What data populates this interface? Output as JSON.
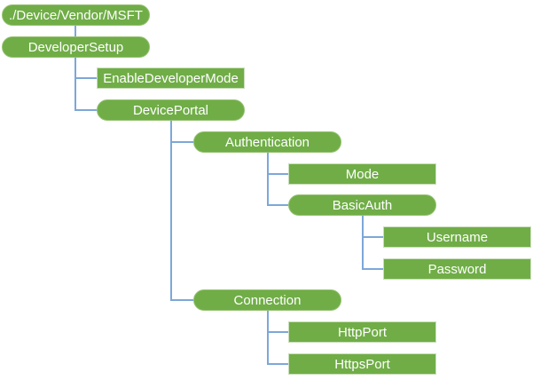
{
  "diagram": {
    "background_color": "#FFFFFF",
    "node_fill_color": "#70AD47",
    "node_text_color": "#FFFFFF",
    "connector_color": "#7DA7D8"
  },
  "nodes": [
    {
      "label": "./Device/Vendor/MSFT",
      "shape": "rounded",
      "parent": null
    },
    {
      "label": "DeveloperSetup",
      "shape": "rounded",
      "parent": "./Device/Vendor/MSFT"
    },
    {
      "label": "EnableDeveloperMode",
      "shape": "rectangle",
      "parent": "DeveloperSetup"
    },
    {
      "label": "DevicePortal",
      "shape": "rounded",
      "parent": "DeveloperSetup"
    },
    {
      "label": "Authentication",
      "shape": "rounded",
      "parent": "DevicePortal"
    },
    {
      "label": "Mode",
      "shape": "rectangle",
      "parent": "Authentication"
    },
    {
      "label": "BasicAuth",
      "shape": "rounded",
      "parent": "Authentication"
    },
    {
      "label": "Username",
      "shape": "rectangle",
      "parent": "BasicAuth"
    },
    {
      "label": "Password",
      "shape": "rectangle",
      "parent": "BasicAuth"
    },
    {
      "label": "Connection",
      "shape": "rounded",
      "parent": "DevicePortal"
    },
    {
      "label": "HttpPort",
      "shape": "rectangle",
      "parent": "Connection"
    },
    {
      "label": "HttpsPort",
      "shape": "rectangle",
      "parent": "Connection"
    }
  ]
}
